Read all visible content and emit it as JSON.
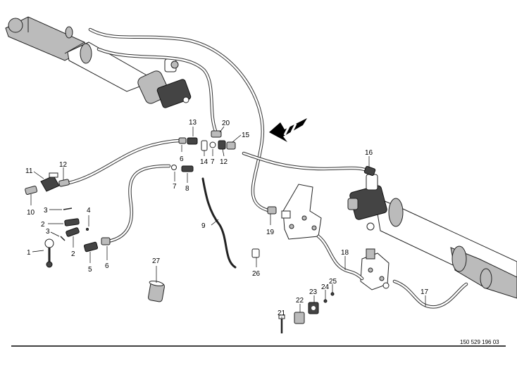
{
  "callouts": {
    "c1": "1",
    "c2a": "2",
    "c2b": "2",
    "c3a": "3",
    "c3b": "3",
    "c4": "4",
    "c5": "5",
    "c6a": "6",
    "c6b": "6",
    "c7a": "7",
    "c7b": "7",
    "c8": "8",
    "c9": "9",
    "c10": "10",
    "c11": "11",
    "c12a": "12",
    "c12b": "12",
    "c13": "13",
    "c14": "14",
    "c15": "15",
    "c16": "16",
    "c17": "17",
    "c18": "18",
    "c19": "19",
    "c20": "20",
    "c21": "21",
    "c22": "22",
    "c23": "23",
    "c24": "24",
    "c25": "25",
    "c26": "26",
    "c27": "27"
  },
  "document_number": "150 529 196 03"
}
